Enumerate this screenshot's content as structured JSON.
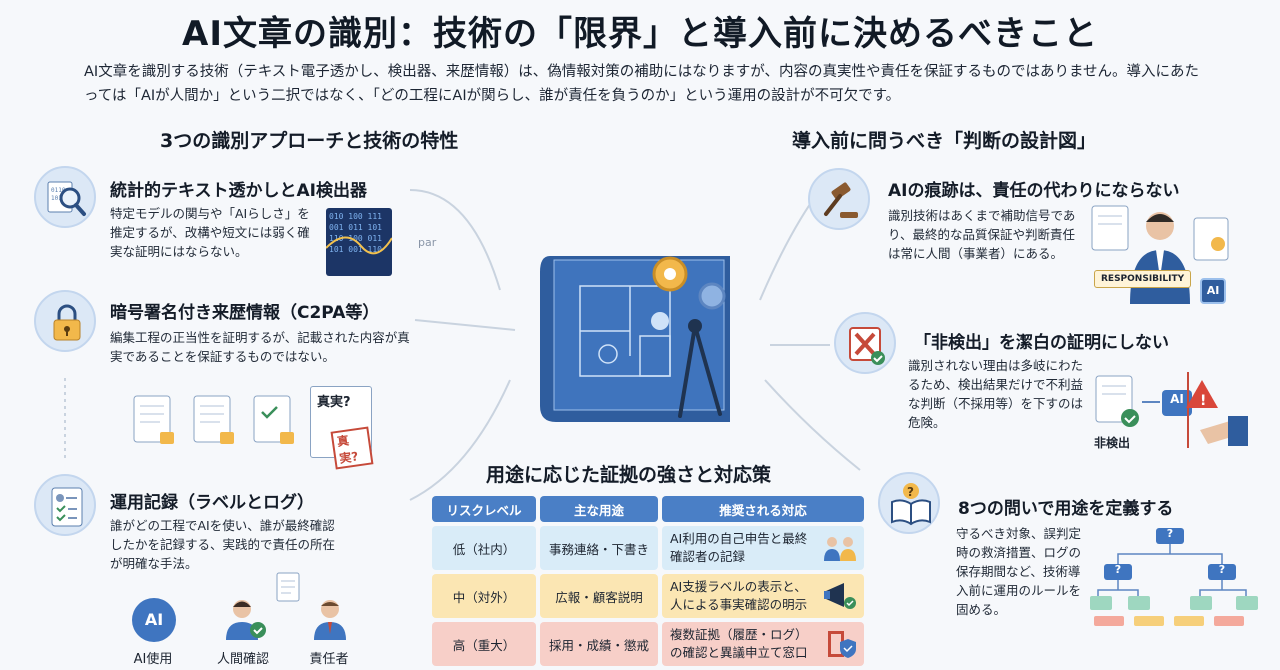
{
  "title": "AI文章の識別：技術の「限界」と導入前に決めるべきこと",
  "intro": "AI文章を識別する技術（テキスト電子透かし、検出器、来歴情報）は、偽情報対策の補助にはなりますが、内容の真実性や責任を保証するものではありません。導入にあたっては「AIが人間か」という二択ではなく、「どの工程にAIが関らし、誰が責任を負うのか」という運用の設計が不可欠です。",
  "left": {
    "heading": "3つの識別アプローチと技術の特性",
    "items": [
      {
        "title": "統計的テキスト透かしとAI検出器",
        "text": "特定モデルの関与や「AIらしさ」を推定するが、改構や短文には弱く確実な証明にはならない。"
      },
      {
        "title": "暗号署名付き来歴情報（C2PA等）",
        "text": "編集工程の正当性を証明するが、記載された内容が真実であることを保証するものではない。"
      },
      {
        "title": "運用記録（ラベルとログ）",
        "text": "誰がどの工程でAIを使い、誰が最終確認したかを記録する、実践的で責任の所在が明確な手法。"
      }
    ],
    "doc_label_1": "真実?",
    "doc_label_2": "真実?",
    "par_label": "par",
    "binary_text": "010 100 111 001 011 101 110 100 011 101 001 110",
    "people": [
      "AI使用",
      "人間確認",
      "責任者"
    ],
    "ai_badge": "AI"
  },
  "right": {
    "heading": "導入前に問うべき「判断の設計図」",
    "items": [
      {
        "title": "AIの痕跡は、責任の代わりにならない",
        "text": "識別技術はあくまで補助信号であり、最終的な品質保証や判断責任は常に人間（事業者）にある。"
      },
      {
        "title": "「非検出」を潔白の証明にしない",
        "text": "識別されない理由は多岐にわたるため、検出結果だけで不利益な判断（不採用等）を下すのは危険。"
      },
      {
        "title": "8つの問いで用途を定義する",
        "text": "守るべき対象、誤判定時の救済措置、ログの保存期間など、技術導入前に運用のルールを固める。"
      }
    ],
    "responsibility_label": "RESPONSIBILITY",
    "ai_chip": "AI",
    "undetected_label": "非検出",
    "ai_tag": "AI",
    "tree_marks": "?"
  },
  "table": {
    "heading": "用途に応じた証拠の強さと対応策",
    "headers": [
      "リスクレベル",
      "主な用途",
      "推奨される対応"
    ],
    "rows": [
      {
        "level": "低（社内）",
        "use": "事務連絡・下書き",
        "response": "AI利用の自己申告と最終確認者の記録"
      },
      {
        "level": "中（対外）",
        "use": "広報・顧客説明",
        "response": "AI支援ラベルの表示と、人による事実確認の明示"
      },
      {
        "level": "高（重大）",
        "use": "採用・成績・懲戒",
        "response": "複数証拠（履歴・ログ）の確認と異議申立て窓口"
      }
    ]
  },
  "colors": {
    "accent": "#4a7fc6",
    "low": "#d9ecf8",
    "mid": "#fbe6b3",
    "high": "#f7cfc8"
  }
}
